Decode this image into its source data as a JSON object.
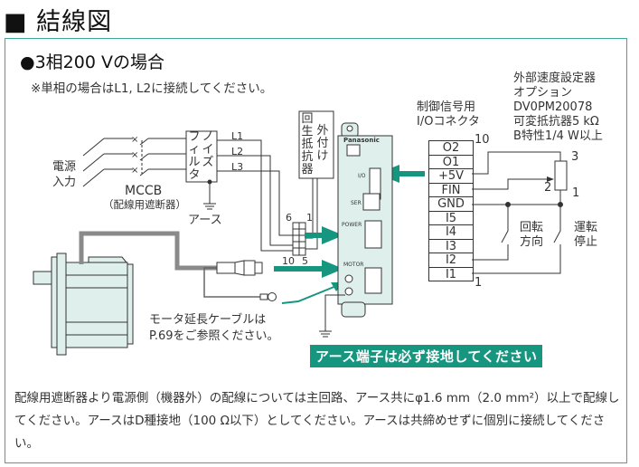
{
  "title": "■ 結線図",
  "subtitle": "●3相200 Vの場合",
  "note": "※単相の場合はL1, L2に接続してください。",
  "power_input": [
    "電源",
    "入力"
  ],
  "mccb": {
    "name": "MCCB",
    "desc": "（配線用遮断器）"
  },
  "noise_filter": {
    "col1": "フィルタ",
    "col2": "ノイズ"
  },
  "ground_label": "アース",
  "lines": [
    "L1",
    "L2",
    "L3"
  ],
  "regen_resistor": {
    "col1": "回生抵抗器",
    "col2": "外付け"
  },
  "connector_pins": {
    "top_left": "6",
    "top_right": "1",
    "bottom_left": "10",
    "bottom_right": "5"
  },
  "io_connector": {
    "label_line1": "制御信号用",
    "label_line2": "I/Oコネクタ",
    "pin_top": "10",
    "pin_bottom": "1",
    "rows": [
      "O2",
      "O1",
      "+5V",
      "FIN",
      "GND",
      "I5",
      "I4",
      "I3",
      "I2",
      "I1"
    ]
  },
  "speed_setter": {
    "lines": [
      "外部速度設定器",
      "オプション",
      "DV0PM20078",
      "可変抵抗器5 kΩ",
      "B特性1/4 W以上"
    ],
    "pin3": "3",
    "pin2": "2",
    "pin1": "1"
  },
  "switches": {
    "direction": [
      "回転",
      "方向"
    ],
    "run_stop": [
      "運転",
      "停止"
    ]
  },
  "driver": {
    "brand": "Panasonic",
    "ports": [
      "I/O",
      "SER",
      "POWER",
      "MOTOR"
    ]
  },
  "cable_note": [
    "モータ延長ケーブルは",
    "P.69をご参照ください。"
  ],
  "warning": "アース端子は必ず接地してください",
  "footer": "配線用遮断器より電源側（機器外）の配線については主回路、アース共にφ1.6 mm（2.0 mm²）以上で配線してください。アースはD種接地（100 Ω以下）としてください。アースは共締めせずに個別に接続してください。",
  "colors": {
    "accent": "#17967f",
    "frame": "#3aa99a",
    "device_fill": "#dff0ec",
    "cable": "#8a8a8a"
  }
}
